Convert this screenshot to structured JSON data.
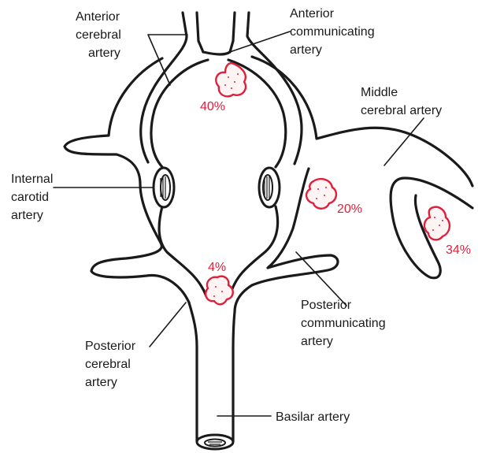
{
  "labels": {
    "anterior_cerebral": [
      "Anterior",
      "cerebral",
      "artery"
    ],
    "anterior_communicating": [
      "Anterior",
      "communicating",
      "artery"
    ],
    "middle_cerebral": [
      "Middle",
      "cerebral artery"
    ],
    "internal_carotid": [
      "Internal",
      "carotid",
      "artery"
    ],
    "posterior_cerebral": [
      "Posterior",
      "cerebral",
      "artery"
    ],
    "posterior_communicating": [
      "Posterior",
      "communicating",
      "artery"
    ],
    "basilar": "Basilar artery"
  },
  "aneurysm_sites": [
    {
      "site": "anterior communicating artery",
      "percent_label": "40%"
    },
    {
      "site": "internal carotid / posterior communicating junction",
      "percent_label": "20%"
    },
    {
      "site": "middle cerebral artery",
      "percent_label": "34%"
    },
    {
      "site": "basilar tip",
      "percent_label": "4%"
    }
  ],
  "colors": {
    "vessel_stroke": "#1a1a1a",
    "aneurysm_outline": "#e0203a",
    "percent_text": "#e0203a"
  }
}
